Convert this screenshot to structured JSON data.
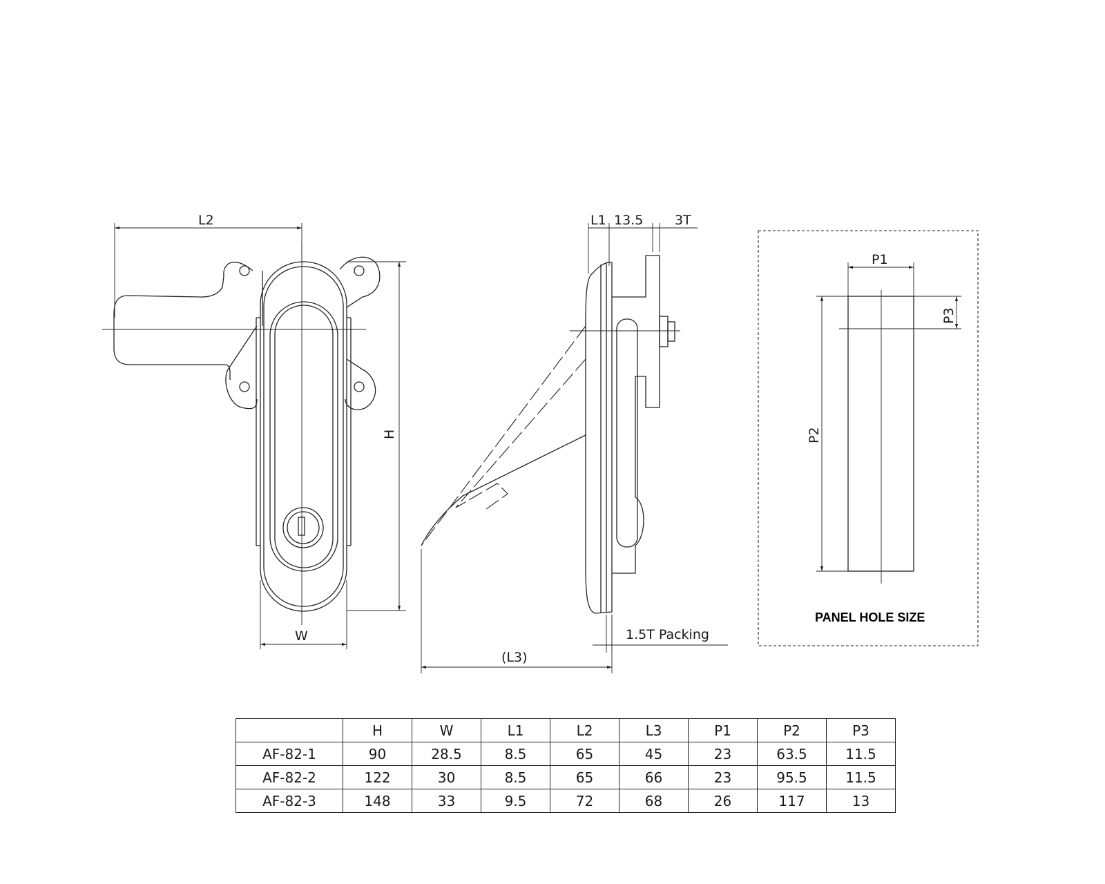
{
  "front_view": {
    "dim_l2": "L2",
    "dim_h": "H",
    "dim_w": "W"
  },
  "side_view": {
    "dim_l1": "L1",
    "dim_13_5": "13.5",
    "dim_3t": "3T",
    "packing": "1.5T Packing",
    "dim_l3": "(L3)"
  },
  "panel_hole": {
    "title": "PANEL HOLE SIZE",
    "dim_p1": "P1",
    "dim_p2": "P2",
    "dim_p3": "P3"
  },
  "spec_table": {
    "headers": [
      "",
      "H",
      "W",
      "L1",
      "L2",
      "L3",
      "P1",
      "P2",
      "P3"
    ],
    "rows": [
      [
        "AF-82-1",
        "90",
        "28.5",
        "8.5",
        "65",
        "45",
        "23",
        "63.5",
        "11.5"
      ],
      [
        "AF-82-2",
        "122",
        "30",
        "8.5",
        "65",
        "66",
        "23",
        "95.5",
        "11.5"
      ],
      [
        "AF-82-3",
        "148",
        "33",
        "9.5",
        "72",
        "68",
        "26",
        "117",
        "13"
      ]
    ]
  }
}
